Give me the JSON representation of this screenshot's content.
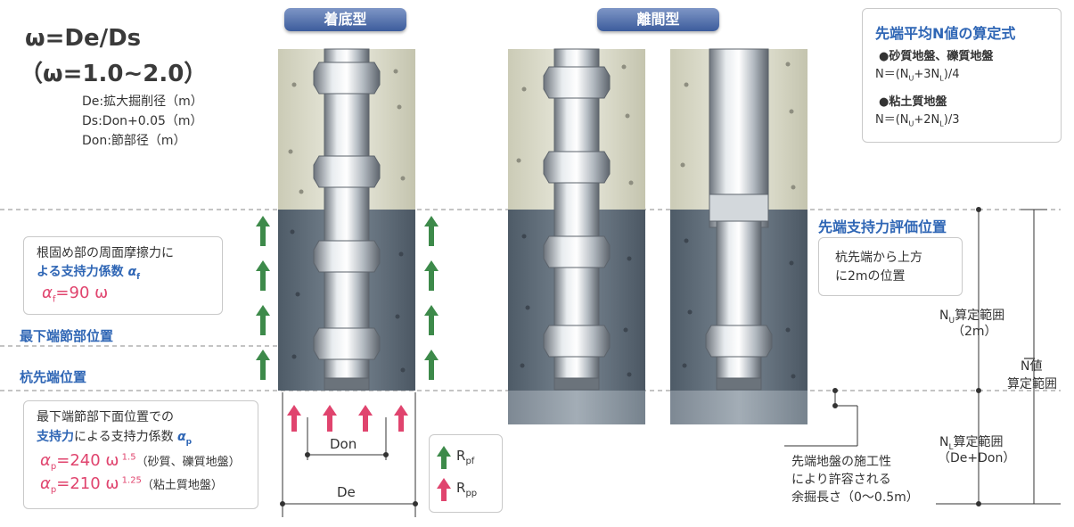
{
  "formula": {
    "line1": "ω=De/Ds",
    "line2": "（ω=1.0~2.0）"
  },
  "definitions": [
    "De:拡大掘削径（m）",
    "Ds:Don+0.05（m）",
    "Don:節部径（m）"
  ],
  "labels": {
    "type_bottom": "着底型",
    "type_gap": "離間型",
    "lowest_node_position": "最下端節部位置",
    "pile_tip_position": "杭先端位置",
    "tip_evaluation_position": "先端支持力評価位置",
    "don": "Don",
    "de": "De"
  },
  "friction_box": {
    "line1": "根固め部の周面摩擦力に",
    "line2a": "よる支持力係数 ",
    "alpha_sym": "α",
    "alpha_sub": "f",
    "formula_alpha": "α",
    "formula_sub": "f",
    "formula_rest": "=90 ω"
  },
  "bearing_box": {
    "line1": "最下端節部下面位置での",
    "line2a": "支持力",
    "line2b": "による支持力係数 ",
    "alpha_sym": "α",
    "alpha_sub": "p",
    "f1_alpha": "α",
    "f1_sub": "p",
    "f1_main": "=240 ω",
    "f1_exp": " 1.5",
    "f1_note": "（砂質、礫質地盤）",
    "f2_alpha": "α",
    "f2_sub": "p",
    "f2_main": "=210 ω",
    "f2_exp": " 1.25",
    "f2_note": "（粘土質地盤）"
  },
  "legend": {
    "rpf_r": "R",
    "rpf_sub": "pf",
    "rpp_r": "R",
    "rpp_sub": "pp"
  },
  "nvalue_box": {
    "title": "先端平均N値の算定式",
    "sand_label": "●砂質地盤、礫質地盤",
    "sand_formula": "N＝(N",
    "sand_u": "U",
    "sand_mid": "+3N",
    "sand_l": "L",
    "sand_end": ")/4",
    "clay_label": "●粘土質地盤",
    "clay_formula": "N＝(N",
    "clay_u": "U",
    "clay_mid": "+2N",
    "clay_l": "L",
    "clay_end": ")/3"
  },
  "evaluation_box": {
    "line1": "杭先端から上方",
    "line2": "に2mの位置"
  },
  "ranges": {
    "nu_a": "N",
    "nu_sub": "U",
    "nu_b": "算定範囲",
    "nu_c": "（2m）",
    "nbar_a": "N",
    "nbar_b": "値",
    "nbar_c": "算定範囲",
    "nl_a": "N",
    "nl_sub": "L",
    "nl_b": "算定範囲",
    "nl_c": "（De+Don）"
  },
  "overdig_note": {
    "line1": "先端地盤の施工性",
    "line2": "により許容される",
    "line3": "余掘長さ（0〜0.5m）"
  },
  "colors": {
    "pill_blue": "#3c5c9c",
    "accent_blue": "#2f66b5",
    "pink": "#e0446e",
    "green_arrow": "#3d8a4a",
    "soil_upper": "#dcdccb",
    "soil_lower": "#5b6a78"
  }
}
